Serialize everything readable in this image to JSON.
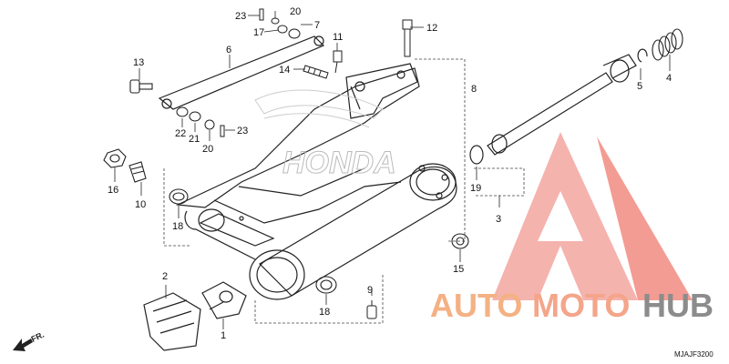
{
  "callouts": {
    "c1": "1",
    "c2": "2",
    "c3": "3",
    "c4": "4",
    "c5": "5",
    "c6": "6",
    "c7": "7",
    "c8": "8",
    "c9": "9",
    "c10": "10",
    "c11": "11",
    "c12": "12",
    "c13": "13",
    "c14": "14",
    "c15": "15",
    "c16": "16",
    "c17": "17",
    "c18a": "18",
    "c18b": "18",
    "c19": "19",
    "c20a": "20",
    "c20b": "20",
    "c21": "21",
    "c22": "22",
    "c23a": "23",
    "c23b": "23"
  },
  "direction_label": "FR.",
  "diagram_code": "MJAJF3200",
  "watermark": {
    "auto": "AUTO",
    "moto": "MOTO",
    "hub": "HUB",
    "colors": {
      "auto": "#f4b183",
      "moto": "#f4a58a",
      "hub": "#8c8c8c",
      "logo": "#f28b82"
    }
  },
  "embossed_brand": "HONDA"
}
